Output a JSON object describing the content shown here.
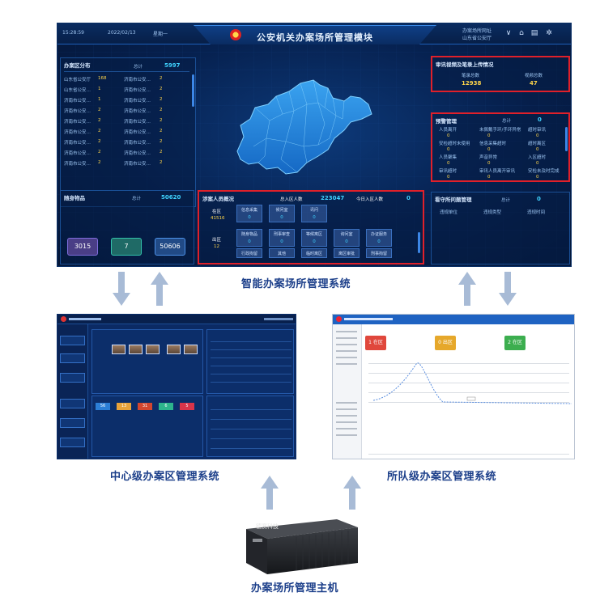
{
  "labels": {
    "top_system": "智能办案场所管理系统",
    "center_system": "中心级办案区管理系统",
    "precinct_system": "所队级办案区管理系统",
    "host": "办案场所管理主机"
  },
  "dashboard": {
    "title": "公安机关办案场所管理模块",
    "topbar": {
      "left1": "15:28:59",
      "date": "2022/02/13",
      "weekday": "星期一",
      "right": "办案场所网址",
      "right2": "山东省公安厅"
    },
    "area_dist": {
      "title": "办案区分布",
      "total_label": "总计",
      "total": "5997",
      "rows": [
        [
          "山东省公安厅",
          "168",
          "济南市公安…",
          "2"
        ],
        [
          "山东省公安…",
          "1",
          "济南市公安…",
          "2"
        ],
        [
          "济南市公安…",
          "1",
          "济南市公安…",
          "2"
        ],
        [
          "济南市公安…",
          "2",
          "济南市公安…",
          "2"
        ],
        [
          "济南市公安…",
          "2",
          "济南市公安…",
          "2"
        ],
        [
          "济南市公安…",
          "2",
          "济南市公安…",
          "2"
        ],
        [
          "济南市公安…",
          "2",
          "济南市公安…",
          "2"
        ],
        [
          "济南市公安…",
          "2",
          "济南市公安…",
          "2"
        ],
        [
          "济南市公安…",
          "2",
          "济南市公安…",
          "2"
        ]
      ]
    },
    "review": {
      "title": "审讯视频及笔录上传情况",
      "col1": "笔录总数",
      "col2": "视频总数",
      "v1": "12938",
      "v2": "47"
    },
    "alarm": {
      "title": "预警管理",
      "total_label": "总计",
      "total": "0",
      "rows": [
        [
          "人员离开",
          "未佩戴手环/手环异常",
          "超时审讯"
        ],
        [
          "0",
          "0",
          "0"
        ],
        [
          "安检超时未使用",
          "信息采集超时",
          "超时离区"
        ],
        [
          "0",
          "0",
          "0"
        ],
        [
          "人员聚集",
          "声音异常",
          "入区超时"
        ],
        [
          "0",
          "0",
          "0"
        ],
        [
          "审讯超时",
          "审讯人员离开审讯",
          "安检未及时完成"
        ],
        [
          "0",
          "0",
          "0"
        ]
      ]
    },
    "items": {
      "title": "随身物品",
      "total_label": "总计",
      "total": "50620",
      "b1": "3015",
      "b2": "7",
      "b3": "50606"
    },
    "persons": {
      "title": "涉案人员概况",
      "in_label": "总入区人数",
      "in_total": "223047",
      "today_label": "今日入区人数",
      "today": "0",
      "zai_label": "在区",
      "zai": "41516",
      "out_label": "出区",
      "out": "12",
      "cells1": [
        [
          "信息采集",
          "0"
        ],
        [
          "候问室",
          "0"
        ],
        [
          "讯问",
          "0"
        ]
      ],
      "cells2": [
        [
          "随身物品",
          "0"
        ],
        [
          "刑事审查",
          "0"
        ],
        [
          "等候离区",
          "0"
        ],
        [
          "询问室",
          "0"
        ],
        [
          "办证服务",
          "0"
        ]
      ],
      "cells3": [
        "行政拘留",
        "其他",
        "临时离区",
        "离区审批",
        "刑事拘留"
      ]
    },
    "vehicle": {
      "title": "看守所问题管理",
      "total_label": "总计",
      "total": "0",
      "c1": "违规单位",
      "c2": "违规类型",
      "c3": "违规时间"
    }
  },
  "center": {
    "cards": [
      "56",
      "13",
      "31",
      "6",
      "5"
    ]
  },
  "precinct": {
    "cards": [
      "1 在区",
      "0 出区",
      "2 在区"
    ]
  },
  "host": {
    "brand": "德赛科技"
  },
  "colors": {
    "label": "#1c3f8a",
    "red_frame": "#e0202a",
    "yellow": "#ffd54a",
    "cyan": "#3fd3ff",
    "arrow": "#a8bbd6"
  }
}
